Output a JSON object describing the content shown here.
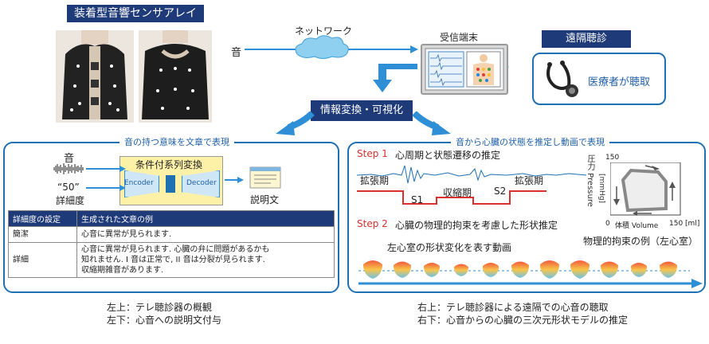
{
  "top_left": {
    "title": "装着型音響センサアレイ"
  },
  "flow": {
    "sound_label": "音",
    "network_label": "ネットワーク",
    "receiver_label": "受信端末",
    "remote_badge": "遠隔聴診",
    "doctor_label": "医療者が聴取",
    "convert_label": "情報変換・可視化"
  },
  "left_panel": {
    "title": "音の持つ意味を文章で表現",
    "sound_label": "音",
    "detail_value": "“50”",
    "detail_label": "詳細度",
    "model_title": "条件付系列変換",
    "encoder_label": "Encoder",
    "decoder_label": "Decoder",
    "output_label": "説明文",
    "table": {
      "headers": [
        "詳細度の設定",
        "生成された文章の例"
      ],
      "rows": [
        {
          "level": "簡潔",
          "lines": [
            "心音に異常が見られます."
          ]
        },
        {
          "level": "詳細",
          "lines": [
            "心音に異常が見られます. 心臓の弁に問題があるかも",
            "知れません. I 音は正常で, II 音は分裂が見られます.",
            "収縮期雑音があります."
          ]
        }
      ]
    }
  },
  "right_panel": {
    "title": "音から心臓の状態を推定し動画で表現",
    "step1_num": "Step 1",
    "step1_text": "心周期と状態遷移の推定",
    "dia1": "拡張期",
    "s1": "S1",
    "systole": "収縮期",
    "s2": "S2",
    "dia2": "拡張期",
    "step2_num": "Step 2",
    "step2_text": "心臓の物理的拘束を考慮した形状推定",
    "movie_label": "左心室の形状変化を表す動画",
    "pv_caption": "物理的拘束の例（左心室）",
    "pv_y_label": "圧力 Pressure",
    "pv_y_unit": "[mmHg]",
    "pv_y_max": "150",
    "pv_origin": "0",
    "pv_x_label": "体積 Volume",
    "pv_x_max": "150 [ml]"
  },
  "captions": {
    "left": [
      "左上：テレ聴診器の概観",
      "左下：心音への説明文付与"
    ],
    "right": [
      "右上：テレ聴診器による遠隔での心音の聴取",
      "右下：心音からの心臓の三次元形状モデルの推定"
    ]
  },
  "colors": {
    "navy": "#1f3a78",
    "blue": "#1f6fb3",
    "light_blue": "#2e8fd6",
    "red": "#d9302e",
    "model_fill": "#fdf1a8"
  }
}
